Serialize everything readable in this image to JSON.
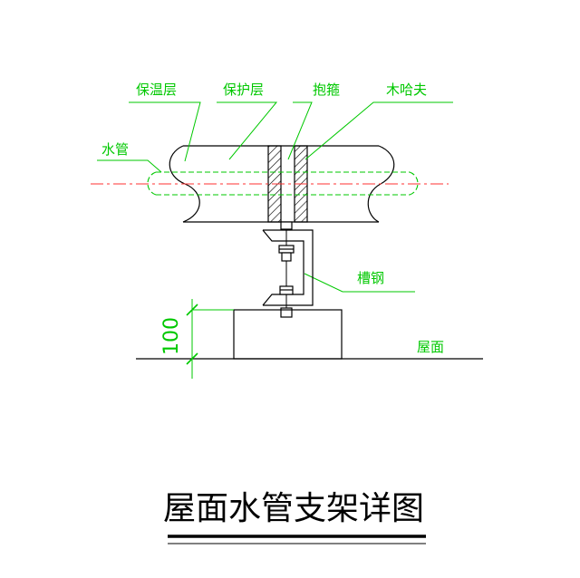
{
  "labels": {
    "insulation": "保温层",
    "protection": "保护层",
    "pipe_clamp": "抱箍",
    "wood_block": "木哈夫",
    "water_pipe": "水管",
    "channel_steel": "槽钢",
    "roof": "屋面",
    "dimension": "100"
  },
  "title": "屋面水管支架详图",
  "colors": {
    "leader": "#00c800",
    "centerline": "#ff3030",
    "outline": "#000000",
    "dimension": "#00c800"
  }
}
